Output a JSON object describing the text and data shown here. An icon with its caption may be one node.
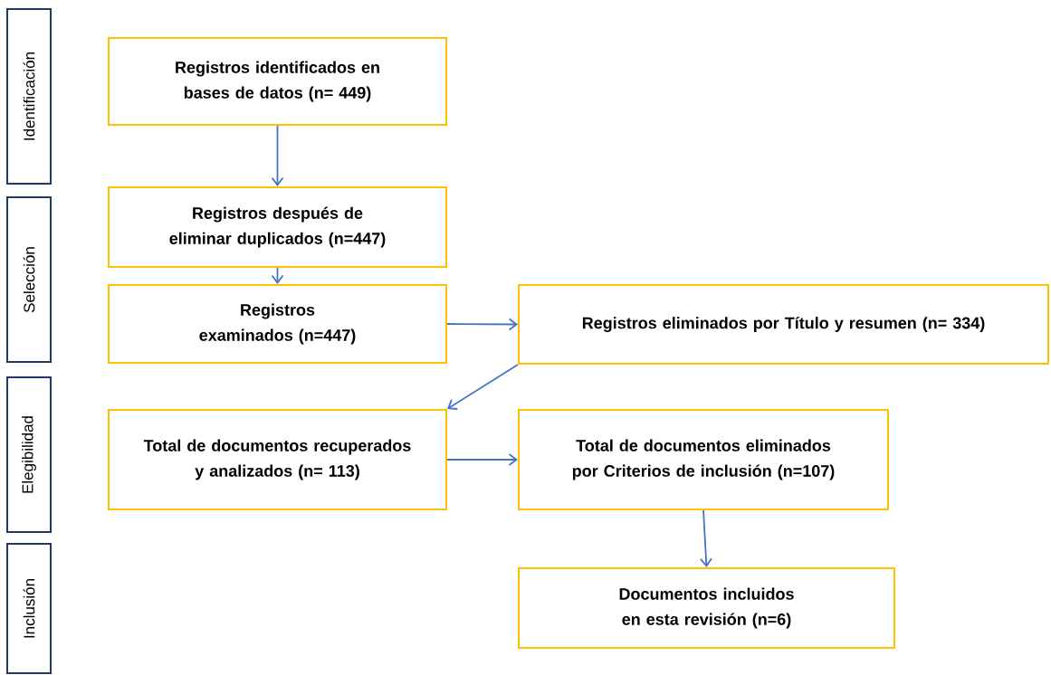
{
  "diagram": {
    "nodes": [
      {
        "text": [
          "Identificación"
        ]
      },
      {
        "text": [
          "Selección"
        ]
      },
      {
        "text": [
          "Elegibilidad"
        ]
      },
      {
        "text": [
          "Inclusión"
        ]
      },
      {
        "text": [
          "Registros identificados en bases de datos (n= 449)"
        ]
      },
      {
        "text": [
          "Registros después de eliminar duplicados (n=447)"
        ]
      },
      {
        "text": [
          "Registros examinados (n=447)"
        ]
      },
      {
        "text": [
          "Registros eliminados por Título y resumen (n= 334)"
        ]
      },
      {
        "text": [
          "Total de documentos recuperados y analizados (n= 113)"
        ]
      },
      {
        "text": [
          "Total de documentos eliminados por Criterios de inclusión (n=107)"
        ]
      },
      {
        "text": [
          "Documentos incluidos en esta revisión (n=6)"
        ]
      }
    ],
    "edges": [
      {
        "from": 4,
        "to": 5,
        "arrow": "to"
      },
      {
        "from": 5,
        "to": 6,
        "arrow": "to"
      },
      {
        "from": 6,
        "to": 7,
        "arrow": "to"
      },
      {
        "from": 7,
        "to": 8,
        "arrow": "to"
      },
      {
        "from": 8,
        "to": 9,
        "arrow": "to"
      },
      {
        "from": 9,
        "to": 10,
        "arrow": "to"
      }
    ]
  }
}
